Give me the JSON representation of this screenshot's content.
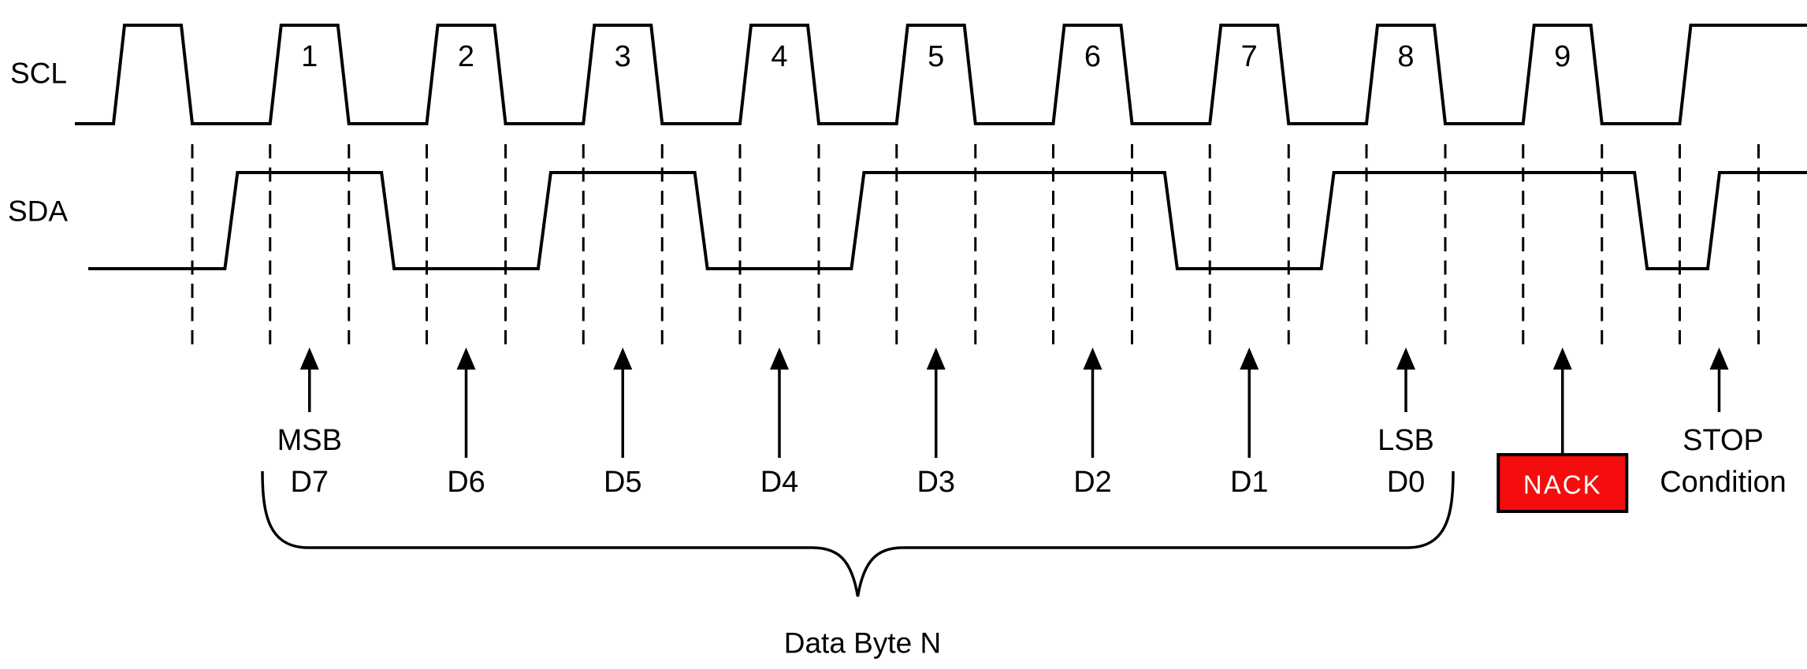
{
  "signals": {
    "scl_label": "SCL",
    "sda_label": "SDA"
  },
  "waveform": {
    "type": "i2c-timing",
    "scl_numbers": [
      "1",
      "2",
      "3",
      "4",
      "5",
      "6",
      "7",
      "8",
      "9"
    ],
    "sda_bits": [
      1,
      0,
      1,
      0,
      1,
      1,
      0,
      1,
      1
    ],
    "stop_condition": true
  },
  "markers": [
    {
      "pulse": 1,
      "arrow": "short",
      "top_label": "MSB",
      "label": "D7"
    },
    {
      "pulse": 2,
      "arrow": "long",
      "label": "D6"
    },
    {
      "pulse": 3,
      "arrow": "long",
      "label": "D5"
    },
    {
      "pulse": 4,
      "arrow": "long",
      "label": "D4"
    },
    {
      "pulse": 5,
      "arrow": "long",
      "label": "D3"
    },
    {
      "pulse": 6,
      "arrow": "long",
      "label": "D2"
    },
    {
      "pulse": 7,
      "arrow": "long",
      "label": "D1"
    },
    {
      "pulse": 8,
      "arrow": "short",
      "top_label": "LSB",
      "label": "D0"
    },
    {
      "pulse": 9,
      "arrow": "box",
      "label": "NACK",
      "box": true
    },
    {
      "pulse": 10,
      "arrow": "short",
      "top_label": "STOP",
      "label": "Condition"
    }
  ],
  "brace": {
    "label": "Data Byte N"
  },
  "colors": {
    "line": "#000000",
    "background": "#ffffff",
    "nack_fill": "#f50d0d",
    "nack_border": "#000000",
    "nack_text": "#ffffff"
  }
}
